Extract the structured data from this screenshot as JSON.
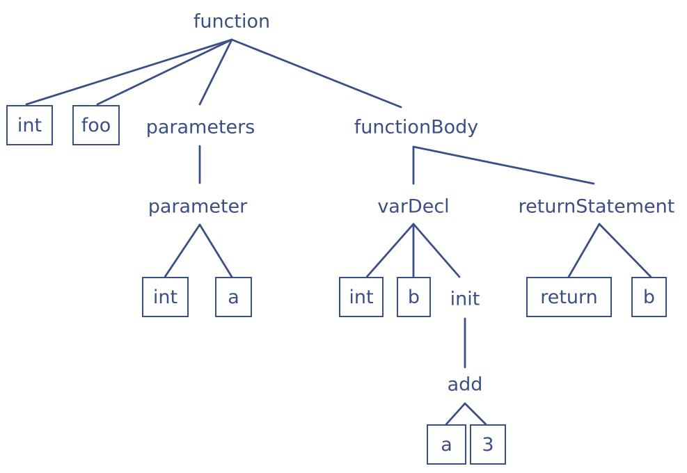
{
  "colors": {
    "ink": "#3a4f86",
    "background": "#ffffff"
  },
  "nodes": {
    "function": "function",
    "int": "int",
    "foo": "foo",
    "parameters": "parameters",
    "functionBody": "functionBody",
    "parameter": "parameter",
    "param_int": "int",
    "param_a": "a",
    "varDecl": "varDecl",
    "returnStatement": "returnStatement",
    "var_int": "int",
    "var_b": "b",
    "init": "init",
    "return": "return",
    "return_b": "b",
    "add": "add",
    "add_a": "a",
    "add_3": "3"
  }
}
